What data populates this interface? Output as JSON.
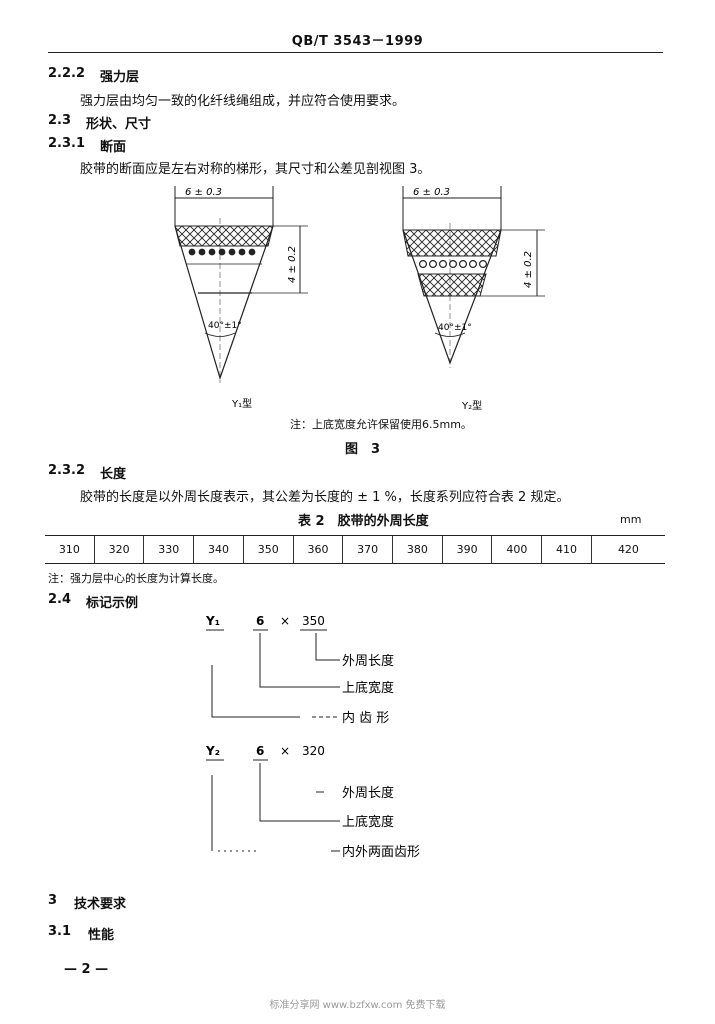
{
  "header": {
    "standard": "QB/T 3543－1999"
  },
  "sections": {
    "s222": {
      "num": "2.2.2",
      "title": "强力层",
      "body": "强力层由均匀一致的化纤线绳组成，并应符合使用要求。"
    },
    "s23": {
      "num": "2.3",
      "title": "形状、尺寸"
    },
    "s231": {
      "num": "2.3.1",
      "title": "断面",
      "body": "胶带的断面应是左右对称的梯形，其尺寸和公差见剖视图 3。"
    },
    "s232": {
      "num": "2.3.2",
      "title": "长度",
      "body": "胶带的长度是以外周长度表示，其公差为长度的 ± 1 %，长度系列应符合表 2 规定。"
    },
    "s24": {
      "num": "2.4",
      "title": "标记示例"
    },
    "s3": {
      "num": "3",
      "title": "技术要求"
    },
    "s31": {
      "num": "3.1",
      "title": "性能"
    }
  },
  "figure": {
    "left": {
      "width_label": "6 ± 0.3",
      "height_label": "4 ± 0.2",
      "angle_label": "40°±1°",
      "type_label": "Y₁型"
    },
    "right": {
      "width_label": "6 ± 0.3",
      "height_label": "4 ± 0.2",
      "angle_label": "40°±1°",
      "type_label": "Y₂型"
    },
    "note": "注：上底宽度允许保留使用6.5mm。",
    "caption": "图　3"
  },
  "table": {
    "title": "表 2　胶带的外周长度",
    "unit": "mm",
    "values": [
      "310",
      "320",
      "330",
      "340",
      "350",
      "360",
      "370",
      "380",
      "390",
      "400",
      "410",
      "420"
    ],
    "note": "注：强力层中心的长度为计算长度。"
  },
  "marking": {
    "ex1": {
      "type": "Y₁",
      "width": "6",
      "times": "×",
      "length": "350",
      "label_length": "外周长度",
      "label_width": "上底宽度",
      "label_type": "内 齿 形"
    },
    "ex2": {
      "type": "Y₂",
      "width": "6",
      "times": "×",
      "length": "320",
      "label_length": "外周长度",
      "label_width": "上底宽度",
      "label_type": "内外两面齿形"
    }
  },
  "footer": {
    "page": "— 2 —",
    "watermark": "标准分享网 www.bzfxw.com 免费下载"
  }
}
